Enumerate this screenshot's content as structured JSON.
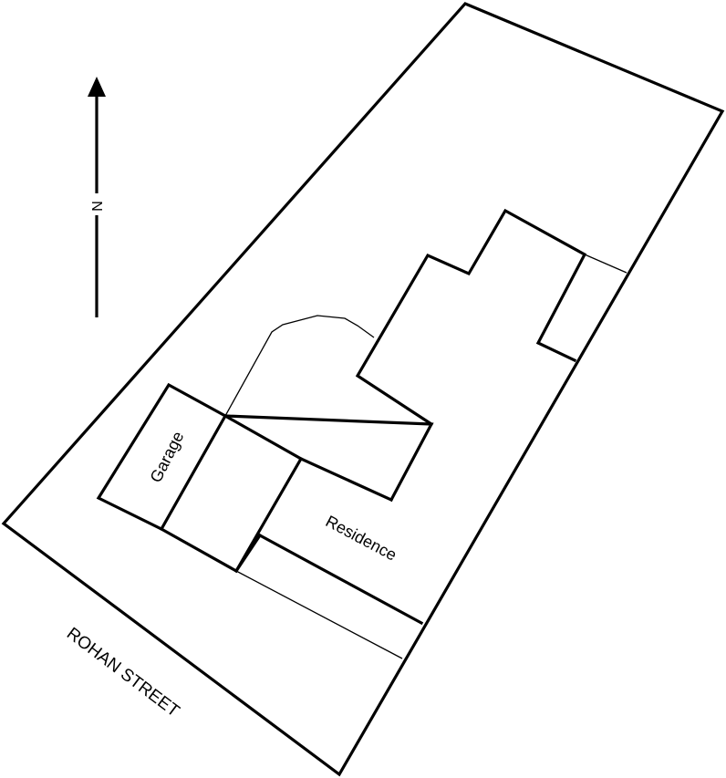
{
  "plan": {
    "north_label": "N",
    "garage_label": "Garage",
    "residence_label": "Residence",
    "street_label": "ROHAN STREET"
  },
  "colors": {
    "ink": "#000000",
    "background": "#ffffff"
  },
  "icons": {
    "north_arrow": "north-arrow-icon"
  }
}
